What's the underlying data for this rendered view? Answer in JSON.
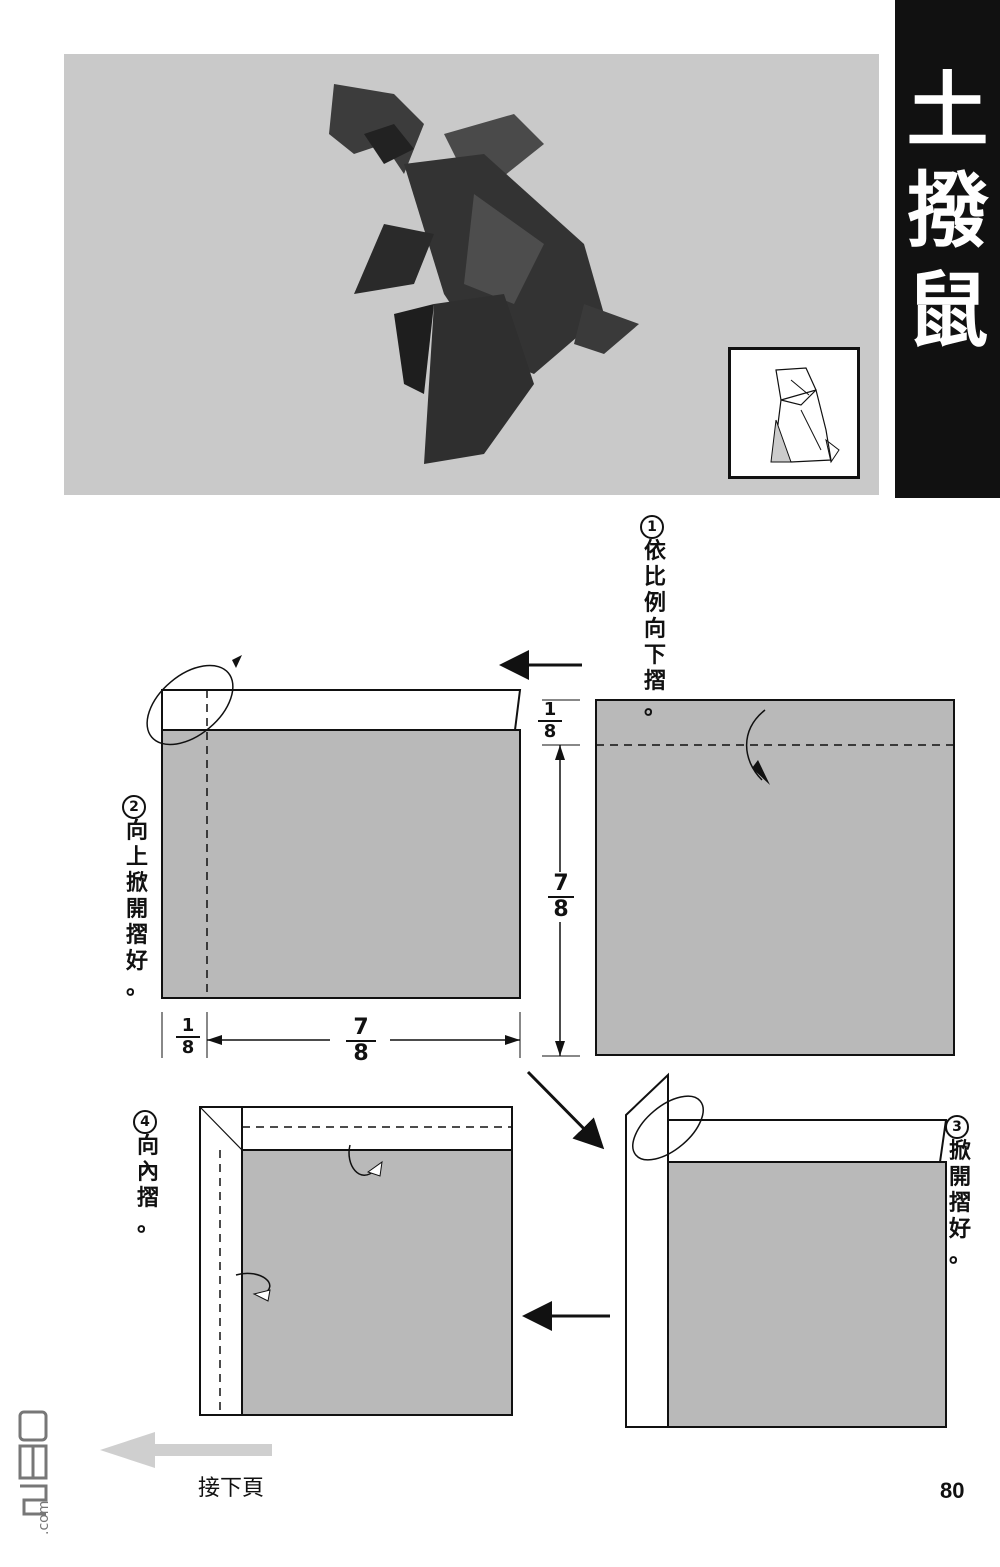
{
  "title": [
    "土",
    "撥",
    "鼠"
  ],
  "steps": [
    {
      "num": "1",
      "text": [
        "依",
        "比",
        "例",
        "向",
        "下",
        "摺",
        "。"
      ]
    },
    {
      "num": "2",
      "text": [
        "向",
        "上",
        "掀",
        "開",
        "摺",
        "好",
        "。"
      ]
    },
    {
      "num": "3",
      "text": [
        "掀",
        "開",
        "摺",
        "好",
        "。"
      ]
    },
    {
      "num": "4",
      "text": [
        "向",
        "內",
        "摺",
        "。"
      ]
    }
  ],
  "fractions": {
    "v_top": {
      "n": "1",
      "d": "8"
    },
    "v_main": {
      "n": "7",
      "d": "8"
    },
    "h_left": {
      "n": "1",
      "d": "8"
    },
    "h_main": {
      "n": "7",
      "d": "8"
    }
  },
  "next_page": "接下頁",
  "page_number": "80",
  "watermark": "DM5.com",
  "colors": {
    "paper_gray": "#b9b9b9",
    "photo_bg": "#c9c9c9",
    "ink": "#111111"
  }
}
